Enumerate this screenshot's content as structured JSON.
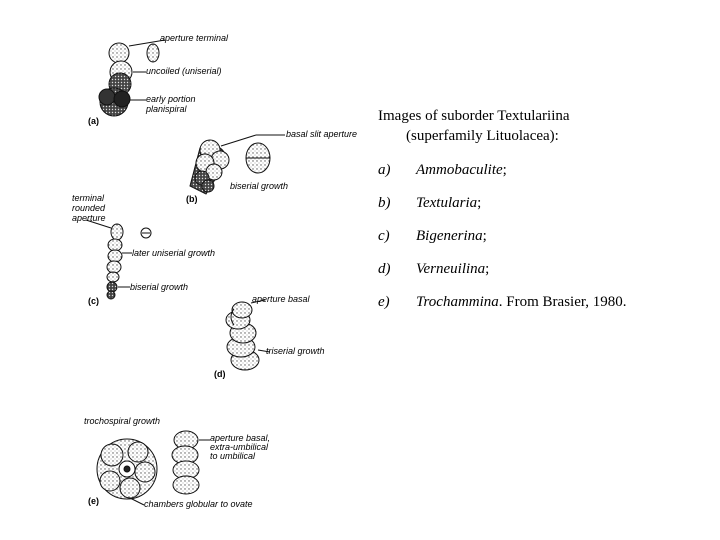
{
  "caption": {
    "title_line1": "Images of suborder Textulariina",
    "title_line2": "(superfamily Lituolacea):"
  },
  "items": [
    {
      "letter": "a)",
      "genus": "Ammobaculite",
      "rest": ";"
    },
    {
      "letter": "b)",
      "genus": "Textularia",
      "rest": ";"
    },
    {
      "letter": "c)",
      "genus": "Bigenerina",
      "rest": ";"
    },
    {
      "letter": "d)",
      "genus": "Verneuilina",
      "rest": ";"
    },
    {
      "letter": "e)",
      "genus": "Trochammina",
      "rest": ". From Brasier, 1980."
    }
  ],
  "figure": {
    "a": {
      "panel": "(a)",
      "labels": [
        "aperture terminal",
        "uncoiled (uniserial)",
        "early portion",
        "planispiral"
      ]
    },
    "b": {
      "panel": "(b)",
      "labels": [
        "basal slit aperture",
        "biserial growth"
      ]
    },
    "c": {
      "panel": "(c)",
      "labels": [
        "terminal",
        "rounded",
        "aperture",
        "later uniserial growth",
        "biserial growth"
      ]
    },
    "d": {
      "panel": "(d)",
      "labels": [
        "aperture basal",
        "triserial growth"
      ]
    },
    "e": {
      "panel": "(e)",
      "labels": [
        "trochospiral growth",
        "aperture basal,",
        "extra-umbilical",
        "to umbilical",
        "chambers globular to ovate"
      ]
    }
  }
}
